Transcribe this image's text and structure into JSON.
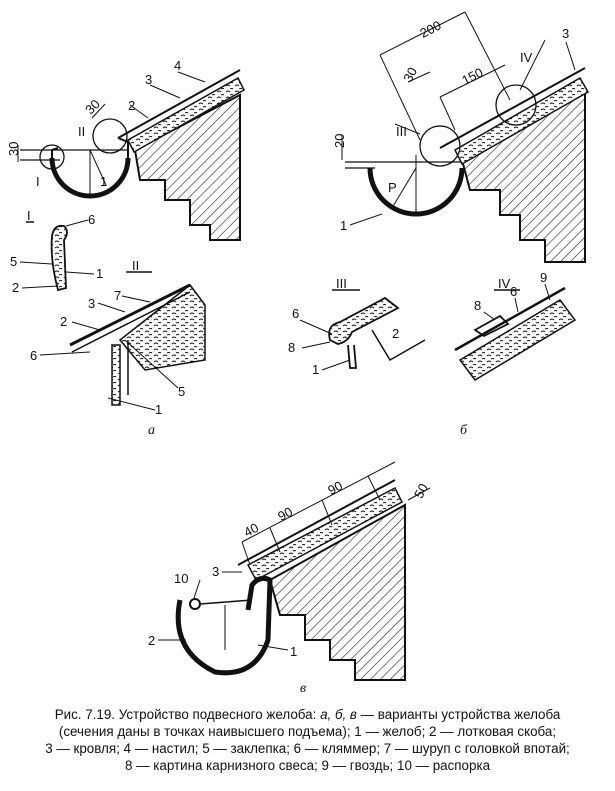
{
  "figure_a": {
    "panel_label": "а",
    "detail_I": "I",
    "detail_II": "II",
    "dim_30_top": "30",
    "dim_30_left": "30",
    "callouts": [
      "1",
      "2",
      "3",
      "4"
    ],
    "section_I_title": "I",
    "section_I_callouts": [
      "6",
      "5",
      "1",
      "2"
    ],
    "section_II_title": "II",
    "section_II_callouts": [
      "3",
      "7",
      "2",
      "6",
      "5",
      "1"
    ]
  },
  "figure_b": {
    "panel_label": "б",
    "dim_200": "200",
    "dim_30": "30",
    "dim_150": "150",
    "dim_20": "20",
    "detail_III": "III",
    "detail_IV": "IV",
    "p_label": "P",
    "callouts": [
      "3",
      "1"
    ],
    "section_III_title": "III",
    "section_III_callouts": [
      "6",
      "8",
      "1",
      "2"
    ],
    "section_IV_title": "IV",
    "section_IV_callouts": [
      "8",
      "6",
      "9"
    ]
  },
  "figure_v": {
    "panel_label": "в",
    "dims": [
      "40",
      "90",
      "90",
      "50"
    ],
    "callouts": [
      "10",
      "3",
      "2",
      "1"
    ]
  },
  "caption": {
    "line1": "Рис. 7.19. Устройство подвесного желоба: ",
    "line1_italic": "а, б, в",
    "line1_rest": " — варианты устройства желоба",
    "line2": "(сечения даны в точках наивысшего подъема); ",
    "line2_items": "1 — желоб; 2 — лотковая скоба;",
    "line3": "3 — кровля; 4 — настил; 5 — заклепка; 6 — кляммер; 7 — шуруп с головкой впотай;",
    "line4": "8 — картина карнизного свеса; 9 — гвоздь; 10 — распорка"
  }
}
